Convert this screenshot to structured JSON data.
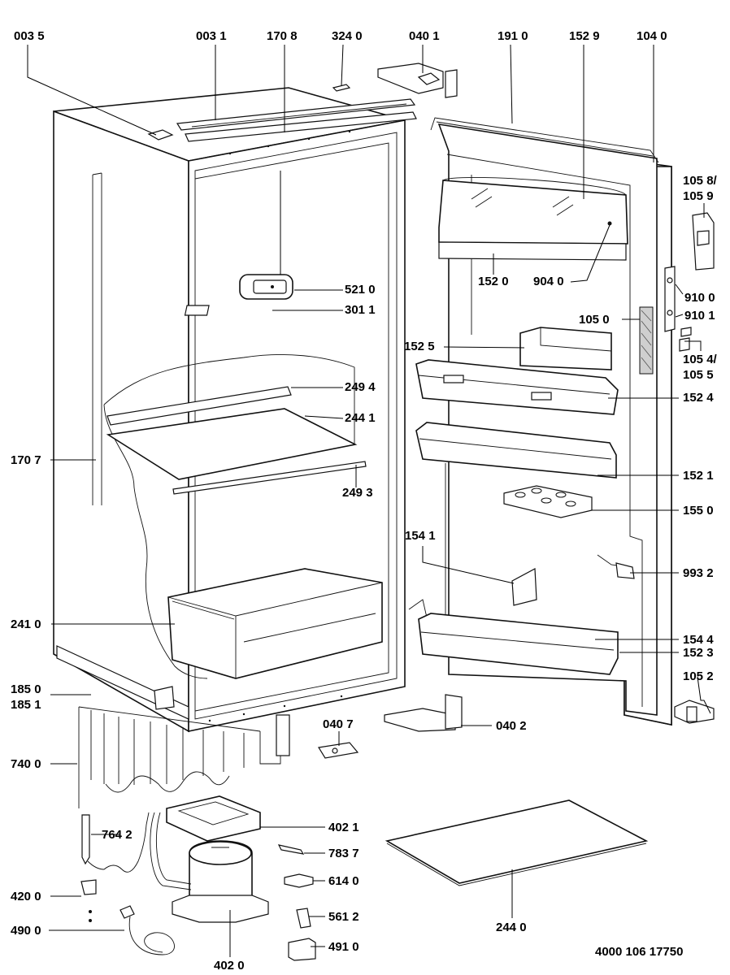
{
  "document_number": "4000 106 17750",
  "labels": {
    "p0035": "003 5",
    "p0031": "003 1",
    "p1708": "170 8",
    "p3240": "324 0",
    "p0401": "040 1",
    "p1910": "191 0",
    "p1529": "152 9",
    "p1040": "104 0",
    "p1058": "105 8/",
    "p1059": "105 9",
    "p5210": "521 0",
    "p3011": "301 1",
    "p1520": "152 0",
    "p9040": "904 0",
    "p9100": "910 0",
    "p9101": "910 1",
    "p1050": "105 0",
    "p1525": "152 5",
    "p1054": "105 4/",
    "p1055": "105 5",
    "p2494": "249 4",
    "p1524": "152 4",
    "p2441": "244 1",
    "p1707": "170 7",
    "p2493": "249 3",
    "p1521": "152 1",
    "p1550": "155 0",
    "p1541": "154 1",
    "p9932": "993 2",
    "p2410": "241 0",
    "p1544": "154 4",
    "p1523": "152 3",
    "p1850": "185 0",
    "p1851": "185 1",
    "p1052": "105 2",
    "p0407": "040 7",
    "p0402": "040 2",
    "p7400": "740 0",
    "p4021": "402 1",
    "p7642": "764 2",
    "p7837": "783 7",
    "p6140": "614 0",
    "p4200": "420 0",
    "p5612": "561 2",
    "p4900": "490 0",
    "p2440": "244 0",
    "p4910": "491 0",
    "p4020": "402 0"
  }
}
